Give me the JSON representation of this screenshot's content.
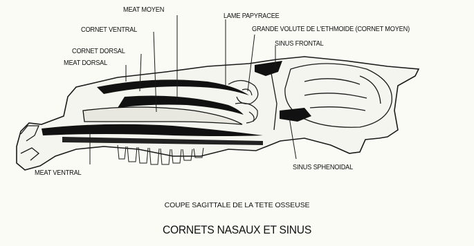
{
  "labels": {
    "meat_moyen": "MEAT MOYEN",
    "lame_papyracee": "LAME PAPYRACEE",
    "cornet_ventral": "CORNET VENTRAL",
    "grande_volute": "GRANDE VOLUTE DE L'ETHMOIDE (CORNET MOYEN)",
    "sinus_frontal": "SINUS FRONTAL",
    "cornet_dorsal": "CORNET DORSAL",
    "meat_dorsal": "MEAT DORSAL",
    "meat_ventral": "MEAT VENTRAL",
    "sinus_sphenoidal": "SINUS SPHENOIDAL"
  },
  "captions": {
    "subtitle": "COUPE SAGITTALE DE LA TETE OSSEUSE",
    "title": "CORNETS NASAUX ET SINUS"
  }
}
